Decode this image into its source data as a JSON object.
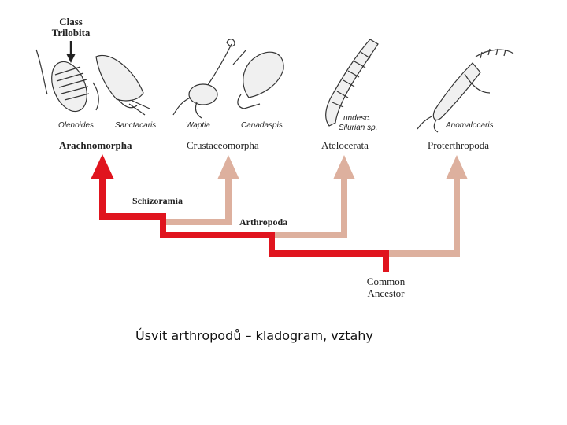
{
  "title_lines": [
    "Class",
    "Trilobita"
  ],
  "species": [
    "Olenoides",
    "Sanctacaris",
    "Waptia",
    "Canadaspis",
    "undesc.",
    "Silurian sp.",
    "Anomalocaris"
  ],
  "groups": [
    "Arachnomorpha",
    "Crustaceomorpha",
    "Atelocerata",
    "Proterthropoda"
  ],
  "clades": [
    "Schizoramia",
    "Arthropoda"
  ],
  "ancestor_lines": [
    "Common",
    "Ancestor"
  ],
  "caption": "Úsvit arthropodů – kladogram, vztahy",
  "colors": {
    "highlight": "#e0141e",
    "branch": "#ddb09e",
    "ink": "#222222"
  },
  "icons": [
    "trilobite-drawing",
    "arthropod-drawing"
  ]
}
